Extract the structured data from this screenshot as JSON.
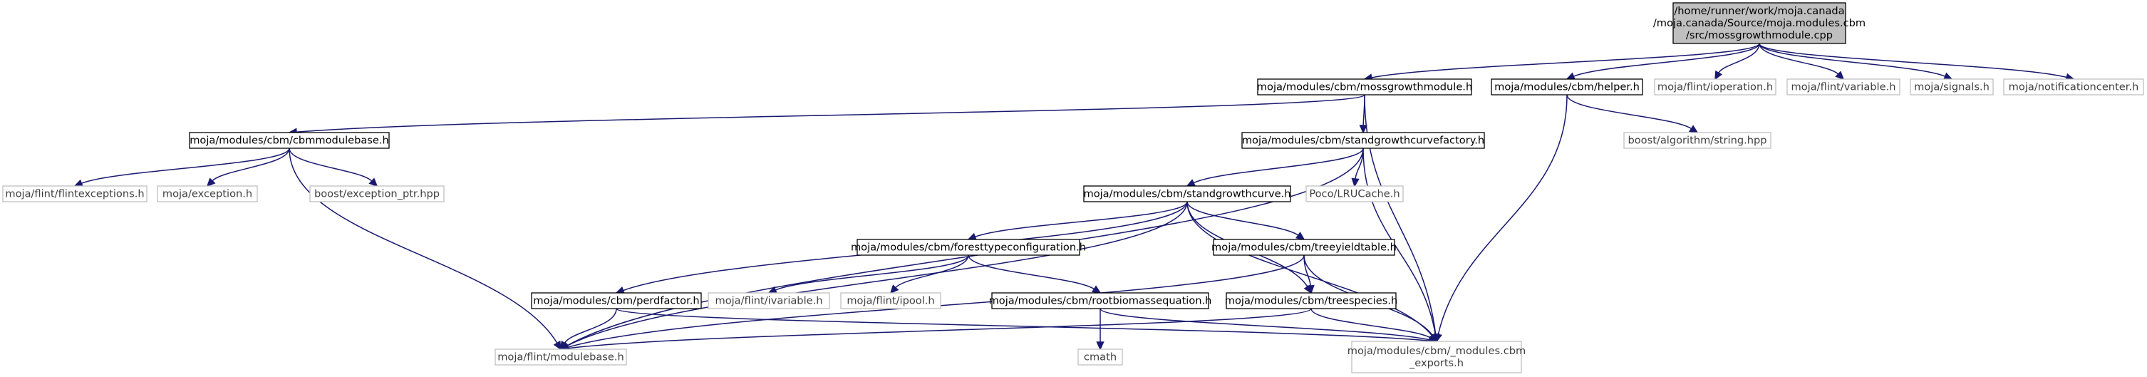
{
  "colors": {
    "edge": "#191970",
    "node_border": "#000000",
    "node_fill": "#ffffff",
    "root_fill": "#bfbfbf",
    "external_border": "#bfbfbf",
    "external_text": "#404040"
  },
  "nodes": [
    {
      "id": "root",
      "kind": "root",
      "lines": [
        "/home/runner/work/moja.canada",
        "/moja.canada/Source/moja.modules.cbm",
        "/src/mossgrowthmodule.cpp"
      ]
    },
    {
      "id": "mossgrowthmodule_h",
      "kind": "normal",
      "lines": [
        "moja/modules/cbm/mossgrowthmodule.h"
      ]
    },
    {
      "id": "helper_h",
      "kind": "normal",
      "lines": [
        "moja/modules/cbm/helper.h"
      ]
    },
    {
      "id": "ioperation_h",
      "kind": "external",
      "lines": [
        "moja/flint/ioperation.h"
      ]
    },
    {
      "id": "variable_h",
      "kind": "external",
      "lines": [
        "moja/flint/variable.h"
      ]
    },
    {
      "id": "signals_h",
      "kind": "external",
      "lines": [
        "moja/signals.h"
      ]
    },
    {
      "id": "notificationcenter_h",
      "kind": "external",
      "lines": [
        "moja/notificationcenter.h"
      ]
    },
    {
      "id": "cbmmodulebase_h",
      "kind": "normal",
      "lines": [
        "moja/modules/cbm/cbmmodulebase.h"
      ]
    },
    {
      "id": "standardgrowthcurvefactory_h",
      "kind": "normal",
      "lines": [
        "moja/modules/cbm/standgrowthcurvefactory.h"
      ]
    },
    {
      "id": "boost_string_hpp",
      "kind": "external",
      "lines": [
        "boost/algorithm/string.hpp"
      ]
    },
    {
      "id": "flintexceptions_h",
      "kind": "external",
      "lines": [
        "moja/flint/flintexceptions.h"
      ]
    },
    {
      "id": "exception_h",
      "kind": "external",
      "lines": [
        "moja/exception.h"
      ]
    },
    {
      "id": "exception_ptr_hpp",
      "kind": "external",
      "lines": [
        "boost/exception_ptr.hpp"
      ]
    },
    {
      "id": "standgrowthcurve_h",
      "kind": "normal",
      "lines": [
        "moja/modules/cbm/standgrowthcurve.h"
      ]
    },
    {
      "id": "lrucache_h",
      "kind": "external",
      "lines": [
        "Poco/LRUCache.h"
      ]
    },
    {
      "id": "foresttypeconfiguration_h",
      "kind": "normal",
      "lines": [
        "moja/modules/cbm/foresttypeconfiguration.h"
      ]
    },
    {
      "id": "treeyieldtable_h",
      "kind": "normal",
      "lines": [
        "moja/modules/cbm/treeyieldtable.h"
      ]
    },
    {
      "id": "perdfactor_h",
      "kind": "normal",
      "lines": [
        "moja/modules/cbm/perdfactor.h"
      ]
    },
    {
      "id": "ivariable_h",
      "kind": "external",
      "lines": [
        "moja/flint/ivariable.h"
      ]
    },
    {
      "id": "ipool_h",
      "kind": "external",
      "lines": [
        "moja/flint/ipool.h"
      ]
    },
    {
      "id": "rootbiomassequation_h",
      "kind": "normal",
      "lines": [
        "moja/modules/cbm/rootbiomassequation.h"
      ]
    },
    {
      "id": "treespecies_h",
      "kind": "normal",
      "lines": [
        "moja/modules/cbm/treespecies.h"
      ]
    },
    {
      "id": "modulebase_h",
      "kind": "external",
      "lines": [
        "moja/flint/modulebase.h"
      ]
    },
    {
      "id": "cmath",
      "kind": "external",
      "lines": [
        "cmath"
      ]
    },
    {
      "id": "cbm_exports_h",
      "kind": "external",
      "lines": [
        "moja/modules/cbm/_modules.cbm",
        "_exports.h"
      ]
    }
  ],
  "edges": [
    [
      "root",
      "mossgrowthmodule_h"
    ],
    [
      "root",
      "helper_h"
    ],
    [
      "root",
      "ioperation_h"
    ],
    [
      "root",
      "variable_h"
    ],
    [
      "root",
      "signals_h"
    ],
    [
      "root",
      "notificationcenter_h"
    ],
    [
      "mossgrowthmodule_h",
      "cbmmodulebase_h"
    ],
    [
      "mossgrowthmodule_h",
      "standardgrowthcurvefactory_h"
    ],
    [
      "mossgrowthmodule_h",
      "cbm_exports_h"
    ],
    [
      "helper_h",
      "boost_string_hpp"
    ],
    [
      "helper_h",
      "cbm_exports_h"
    ],
    [
      "cbmmodulebase_h",
      "flintexceptions_h"
    ],
    [
      "cbmmodulebase_h",
      "exception_h"
    ],
    [
      "cbmmodulebase_h",
      "exception_ptr_hpp"
    ],
    [
      "cbmmodulebase_h",
      "modulebase_h"
    ],
    [
      "standardgrowthcurvefactory_h",
      "modulebase_h"
    ],
    [
      "standardgrowthcurvefactory_h",
      "standgrowthcurve_h"
    ],
    [
      "standardgrowthcurvefactory_h",
      "lrucache_h"
    ],
    [
      "standardgrowthcurvefactory_h",
      "cbm_exports_h"
    ],
    [
      "standgrowthcurve_h",
      "modulebase_h"
    ],
    [
      "standgrowthcurve_h",
      "foresttypeconfiguration_h"
    ],
    [
      "standgrowthcurve_h",
      "treeyieldtable_h"
    ],
    [
      "standgrowthcurve_h",
      "perdfactor_h"
    ],
    [
      "standgrowthcurve_h",
      "treespecies_h"
    ],
    [
      "standgrowthcurve_h",
      "cbm_exports_h"
    ],
    [
      "foresttypeconfiguration_h",
      "ivariable_h"
    ],
    [
      "foresttypeconfiguration_h",
      "ipool_h"
    ],
    [
      "foresttypeconfiguration_h",
      "rootbiomassequation_h"
    ],
    [
      "treeyieldtable_h",
      "modulebase_h"
    ],
    [
      "treeyieldtable_h",
      "treespecies_h"
    ],
    [
      "treeyieldtable_h",
      "cbm_exports_h"
    ],
    [
      "perdfactor_h",
      "modulebase_h"
    ],
    [
      "perdfactor_h",
      "cbm_exports_h"
    ],
    [
      "rootbiomassequation_h",
      "cmath"
    ],
    [
      "rootbiomassequation_h",
      "cbm_exports_h"
    ],
    [
      "treespecies_h",
      "modulebase_h"
    ],
    [
      "treespecies_h",
      "cbm_exports_h"
    ]
  ]
}
